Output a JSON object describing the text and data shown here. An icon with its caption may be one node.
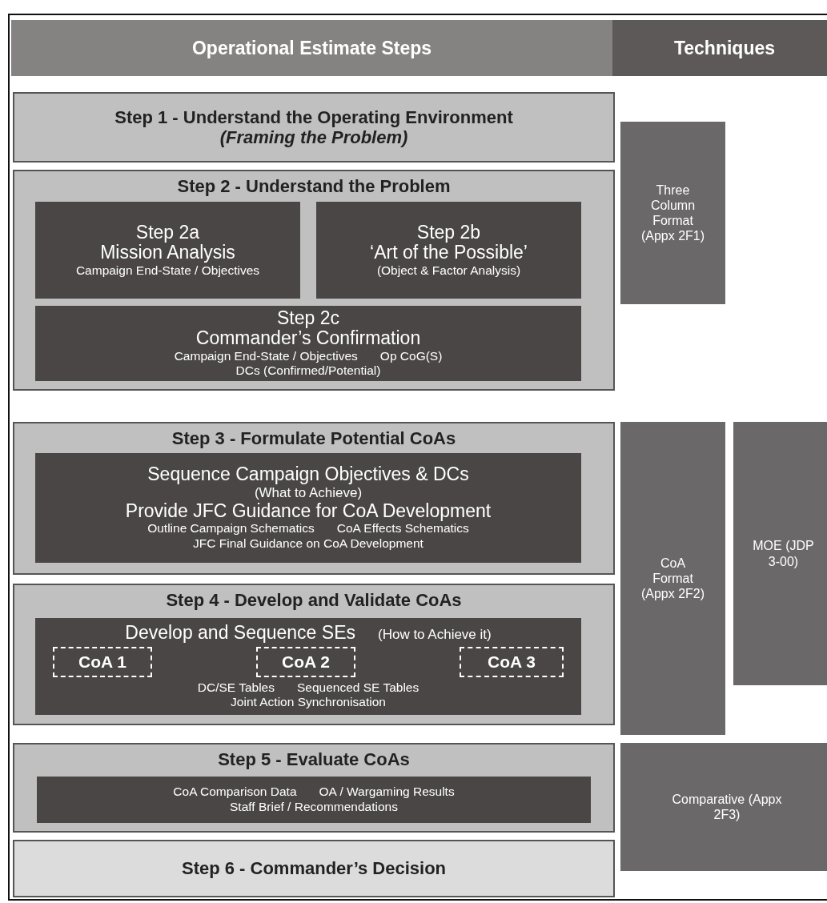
{
  "diagram": {
    "nodes": [
      {
        "text": [
          "Operational Estimate Steps"
        ]
      },
      {
        "text": [
          "Techniques"
        ]
      },
      {
        "text": [
          "Step 1 - Understand the Operating Environment *(Framing the Problem)*"
        ]
      },
      {
        "text": [
          "Step 2 - Understand the Problem"
        ]
      },
      {
        "text": [
          "Step 2a",
          "Mission Analysis",
          "Campaign End-State / Objectives"
        ],
        "in": 3
      },
      {
        "text": [
          "Step 2b",
          "‘Art of the Possible’",
          "(Object & Factor Analysis)"
        ],
        "in": 3
      },
      {
        "text": [
          "Step 2c",
          "Commander’s Confirmation",
          "Campaign End-State / Objectives",
          "Op CoG(S)",
          "DCs (Confirmed/Potential)"
        ],
        "in": 3
      },
      {
        "text": [
          "Step 3 - Formulate Potential CoAs"
        ]
      },
      {
        "text": [
          "Sequence Campaign Objectives & DCs",
          "(What to Achieve)",
          "Provide JFC Guidance for CoA Development",
          "Outline Campaign Schematics",
          "CoA Effects Schematics",
          "JFC Final Guidance on CoA Development"
        ],
        "in": 7
      },
      {
        "text": [
          "Step 4 - Develop and Validate CoAs"
        ]
      },
      {
        "text": [
          "Develop and Sequence SEs",
          "(How to Achieve it)",
          "DC/SE Tables",
          "Sequenced SE Tables",
          "Joint Action Synchronisation"
        ],
        "in": 9
      },
      {
        "text": [
          "CoA 1"
        ],
        "in": 10
      },
      {
        "text": [
          "CoA 2"
        ],
        "in": 10
      },
      {
        "text": [
          "CoA 3"
        ],
        "in": 10
      },
      {
        "text": [
          "Step 5 - Evaluate CoAs"
        ]
      },
      {
        "text": [
          "CoA Comparison Data",
          "OA / Wargaming Results",
          "Staff Brief / Recommendations"
        ],
        "in": 14
      },
      {
        "text": [
          "Step 6 - Commander’s Decision"
        ]
      },
      {
        "text": [
          "Three Column Format (Appx 2F1)"
        ]
      },
      {
        "text": [
          "CoA Format (Appx 2F2)"
        ]
      },
      {
        "text": [
          "MOE (JDP 3-00)"
        ]
      },
      {
        "text": [
          "Comparative (Appx 2F3)"
        ]
      }
    ]
  }
}
